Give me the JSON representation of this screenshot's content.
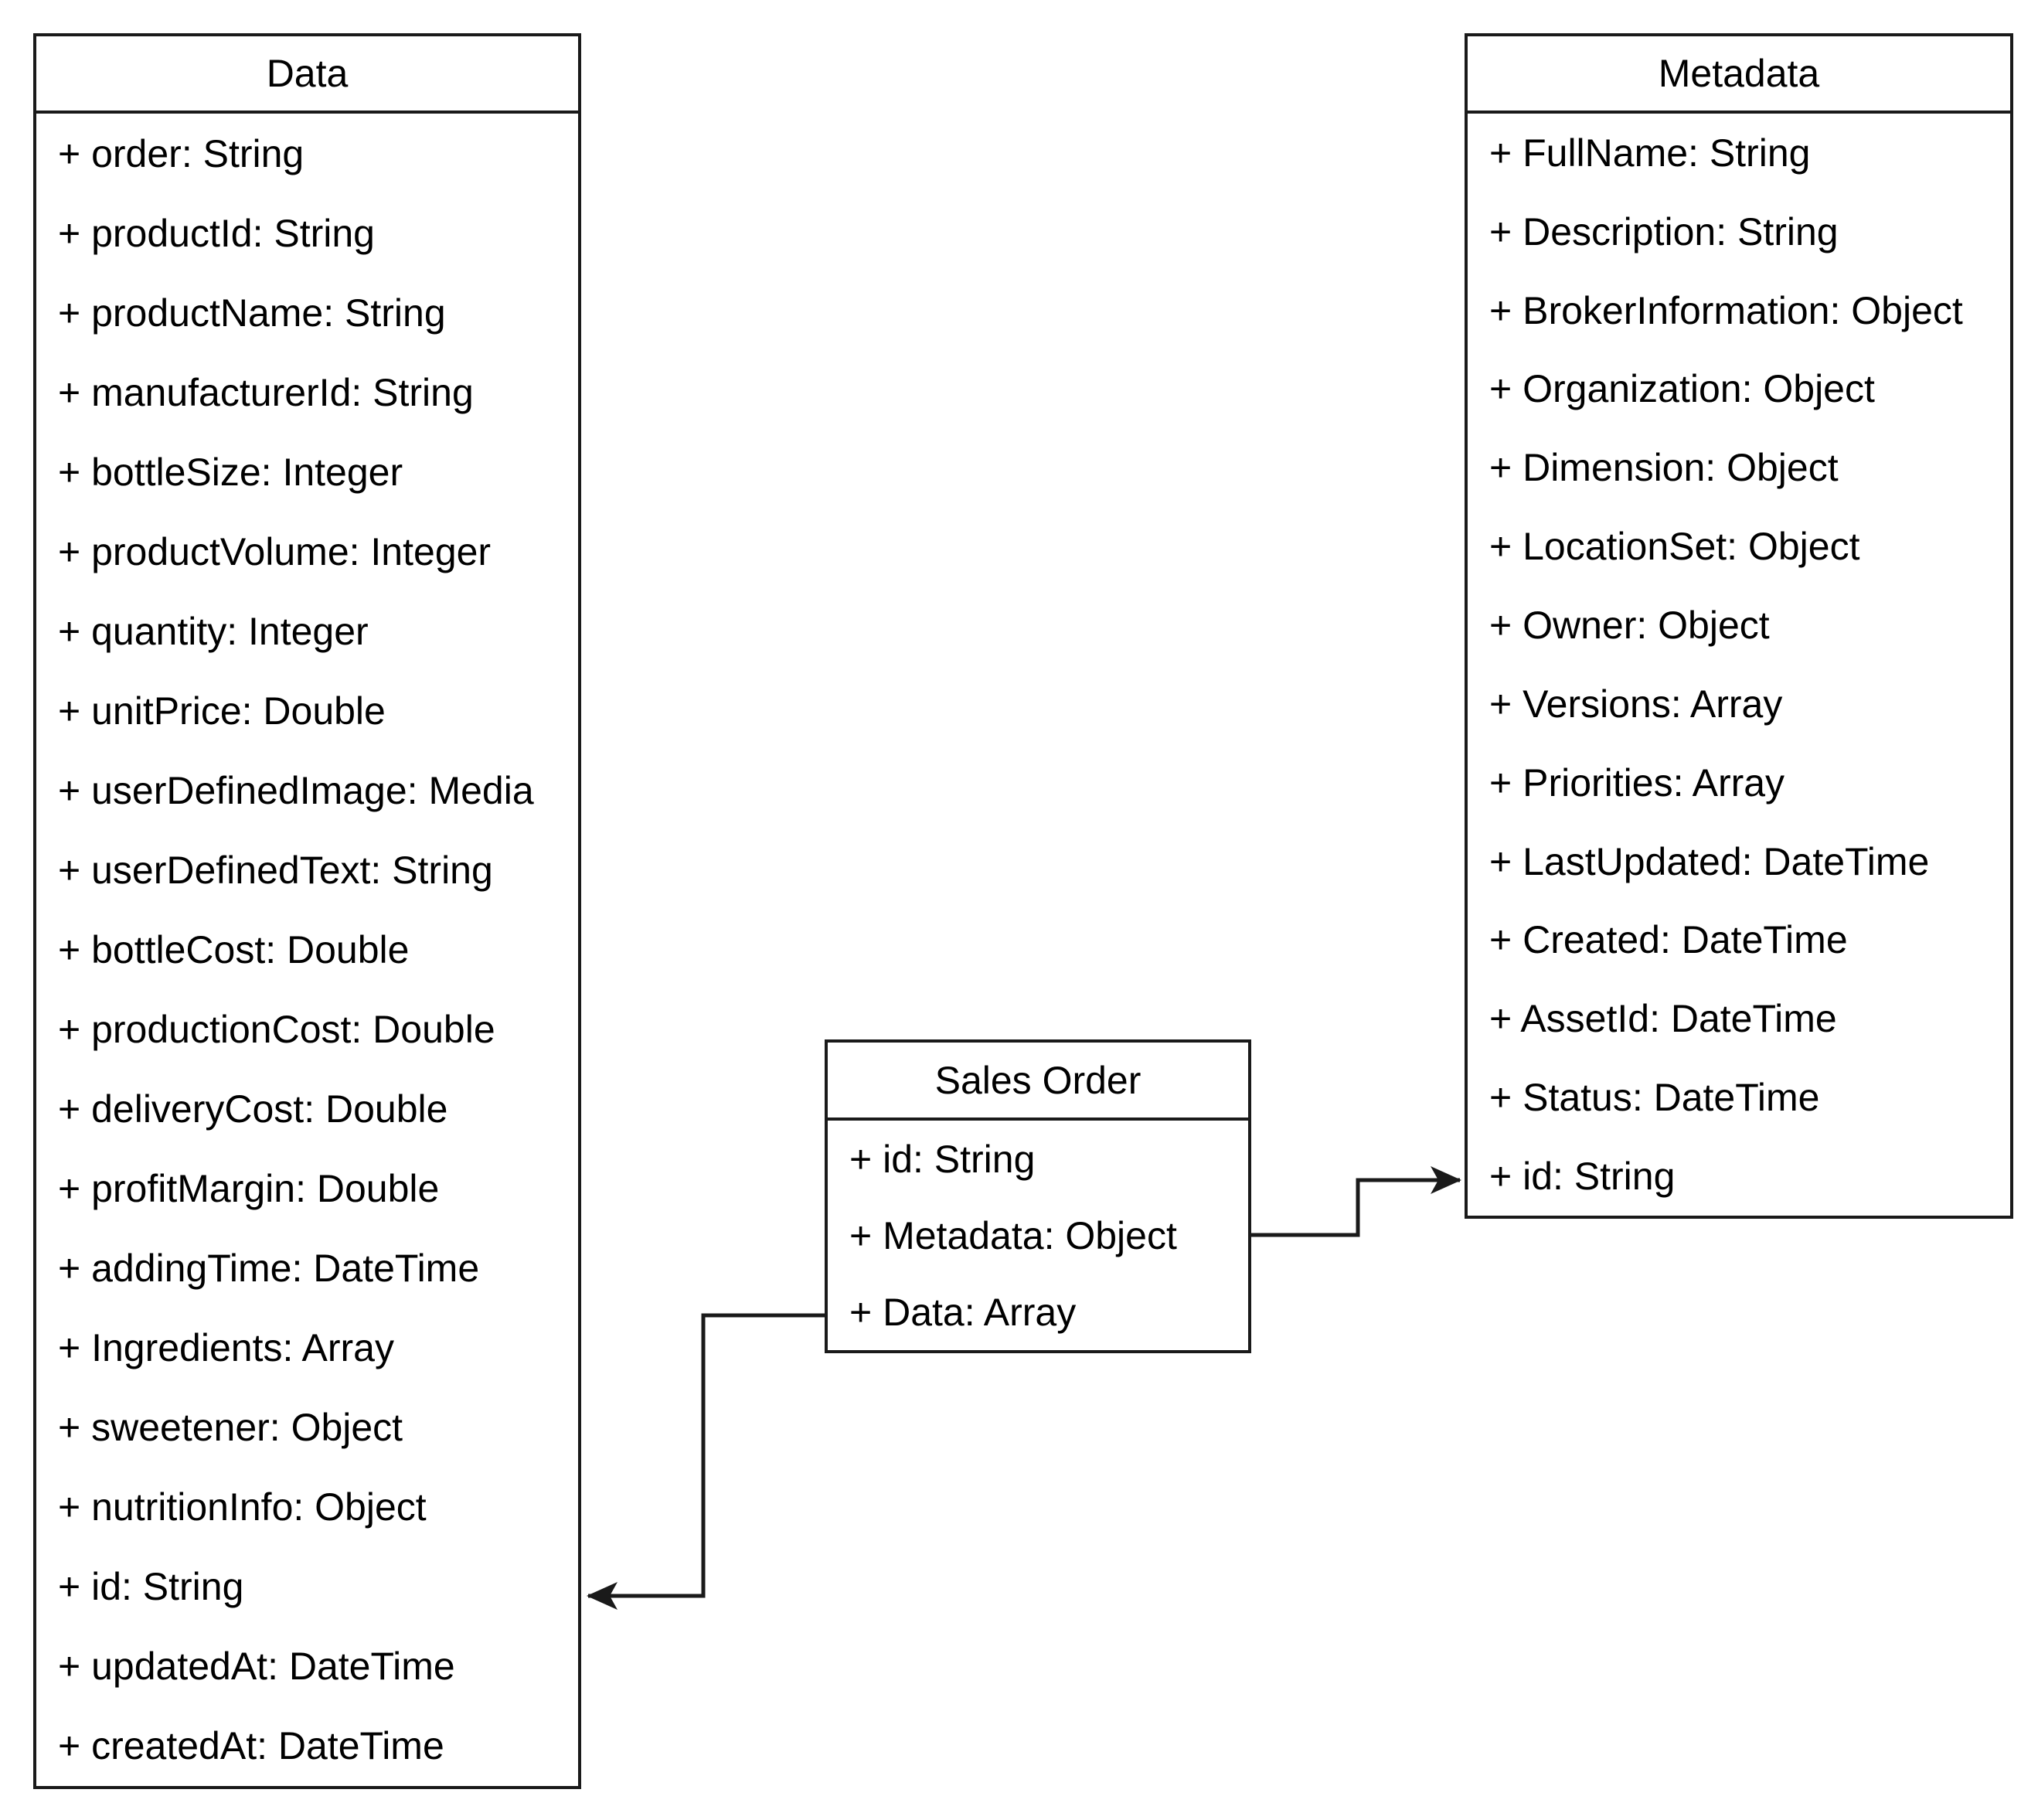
{
  "diagram": {
    "type": "uml-class-diagram",
    "background_color": "#ffffff",
    "line_color": "#1a1a1a",
    "text_color": "#000000",
    "classes": [
      {
        "title": "Data",
        "fields": [
          "+ order: String",
          "+ productId: String",
          "+ productName: String",
          "+ manufacturerId: String",
          "+ bottleSize: Integer",
          "+ productVolume: Integer",
          "+ quantity: Integer",
          "+ unitPrice: Double",
          "+ userDefinedImage: Media",
          "+ userDefinedText: String",
          "+ bottleCost: Double",
          "+ productionCost: Double",
          "+ deliveryCost: Double",
          "+ profitMargin: Double",
          "+ addingTime: DateTime",
          "+ Ingredients: Array",
          "+ sweetener: Object",
          "+ nutritionInfo: Object",
          "+ id: String",
          "+ updatedAt: DateTime",
          "+ createdAt: DateTime"
        ]
      },
      {
        "title": "Sales Order",
        "fields": [
          "+ id: String",
          "+ Metadata: Object",
          "+ Data: Array"
        ]
      },
      {
        "title": "Metadata",
        "fields": [
          "+ FullName: String",
          "+ Description: String",
          "+ BrokerInformation: Object",
          "+ Organization: Object",
          "+ Dimension: Object",
          "+ LocationSet: Object",
          "+ Owner: Object",
          "+ Versions: Array",
          "+ Priorities: Array",
          "+ LastUpdated: DateTime",
          "+ Created: DateTime",
          "+ AssetId: DateTime",
          "+ Status: DateTime",
          "+ id: String"
        ]
      }
    ],
    "connectors": [
      {
        "from": "Sales Order",
        "to": "Metadata",
        "style": "orthogonal",
        "arrowhead": "solid-triangle"
      },
      {
        "from": "Sales Order",
        "to": "Data",
        "style": "orthogonal",
        "arrowhead": "solid-triangle"
      }
    ]
  }
}
